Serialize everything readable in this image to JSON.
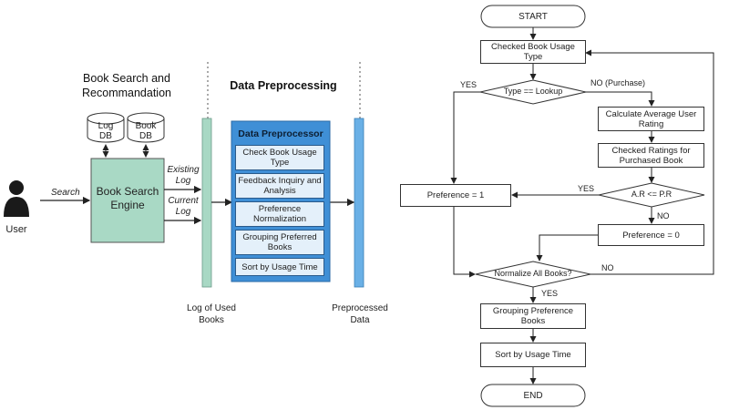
{
  "left": {
    "section_title": "Book Search and Recommandation",
    "preprocessing_title": "Data Preprocessing",
    "user_label": "User",
    "search_label": "Search",
    "log_db_label": "Log DB",
    "book_db_label": "Book DB",
    "engine_label": "Book Search Engine",
    "existing_log_label": "Existing Log",
    "current_log_label": "Current Log",
    "log_of_used_books_label": "Log of Used Books",
    "preprocessed_data_label": "Preprocessed Data",
    "preprocessor_title": "Data Preprocessor",
    "preprocessor_steps": [
      "Check Book Usage Type",
      "Feedback Inquiry and Analysis",
      "Preference Normalization",
      "Grouping Preferred Books",
      "Sort by Usage Time"
    ]
  },
  "flowchart": {
    "start": "START",
    "checked_usage_type": "Checked Book Usage Type",
    "decision_type": "Type == Lookup",
    "yes1": "YES",
    "no_purchase": "NO (Purchase)",
    "calc_avg_rating": "Calculate Average User Rating",
    "checked_ratings": "Checked Ratings for Purchased Book",
    "decision_ar": "A.R <= P.R",
    "yes2": "YES",
    "no2": "NO",
    "pref_one": "Preference = 1",
    "pref_zero": "Preference = 0",
    "decision_normalize": "Normalize All Books?",
    "no3": "NO",
    "yes3": "YES",
    "grouping": "Grouping Preference Books",
    "sort": "Sort by Usage Time",
    "end": "END"
  },
  "colors": {
    "engine_fill": "#a9d9c5",
    "log_bar_fill": "#a8d8c4",
    "data_bar_fill": "#6ab0e6",
    "preprocessor_fill": "#3f8fd6",
    "line": "#222222"
  }
}
